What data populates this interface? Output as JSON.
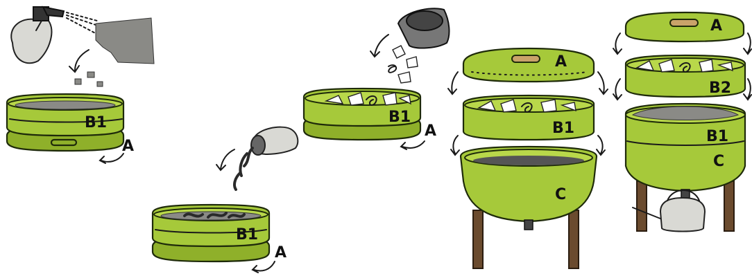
{
  "labels": {
    "step1_tray": "B1",
    "step1_lid": "A",
    "step2_tray": "B1",
    "step2_lid": "A",
    "step3_tray": "B1",
    "step3_lid": "A",
    "step4_lid": "A",
    "step4_tray": "B1",
    "step4_base": "C",
    "step5_lid": "A",
    "step5_tray_top": "B2",
    "step5_tray": "B1",
    "step5_base": "C"
  },
  "colors": {
    "bin_green": "#a6c93a",
    "outline": "#1e2a0a",
    "legs": "#6b4b2e",
    "bedding": "#8a8a86"
  }
}
